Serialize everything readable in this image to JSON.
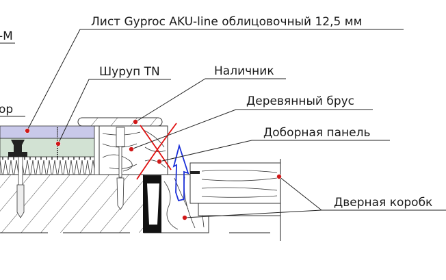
{
  "labels": {
    "partial_top": "-M",
    "partial_mid": "ор",
    "gyproc_sheet": "Лист Gyproc AKU-line облицовочный 12,5 мм",
    "screw": "Шуруп TN",
    "casing": "Наличник",
    "wood_beam": "Деревянный брус",
    "extension_panel": "Доборная панель",
    "door_frame": "Дверная коробк"
  },
  "colors": {
    "gypsum_layer": "#c9c9ea",
    "board_layer": "#d2e2d3",
    "marker": "#d01818",
    "cross_mark": "#e01010",
    "arrow": "#1a2fd8"
  }
}
